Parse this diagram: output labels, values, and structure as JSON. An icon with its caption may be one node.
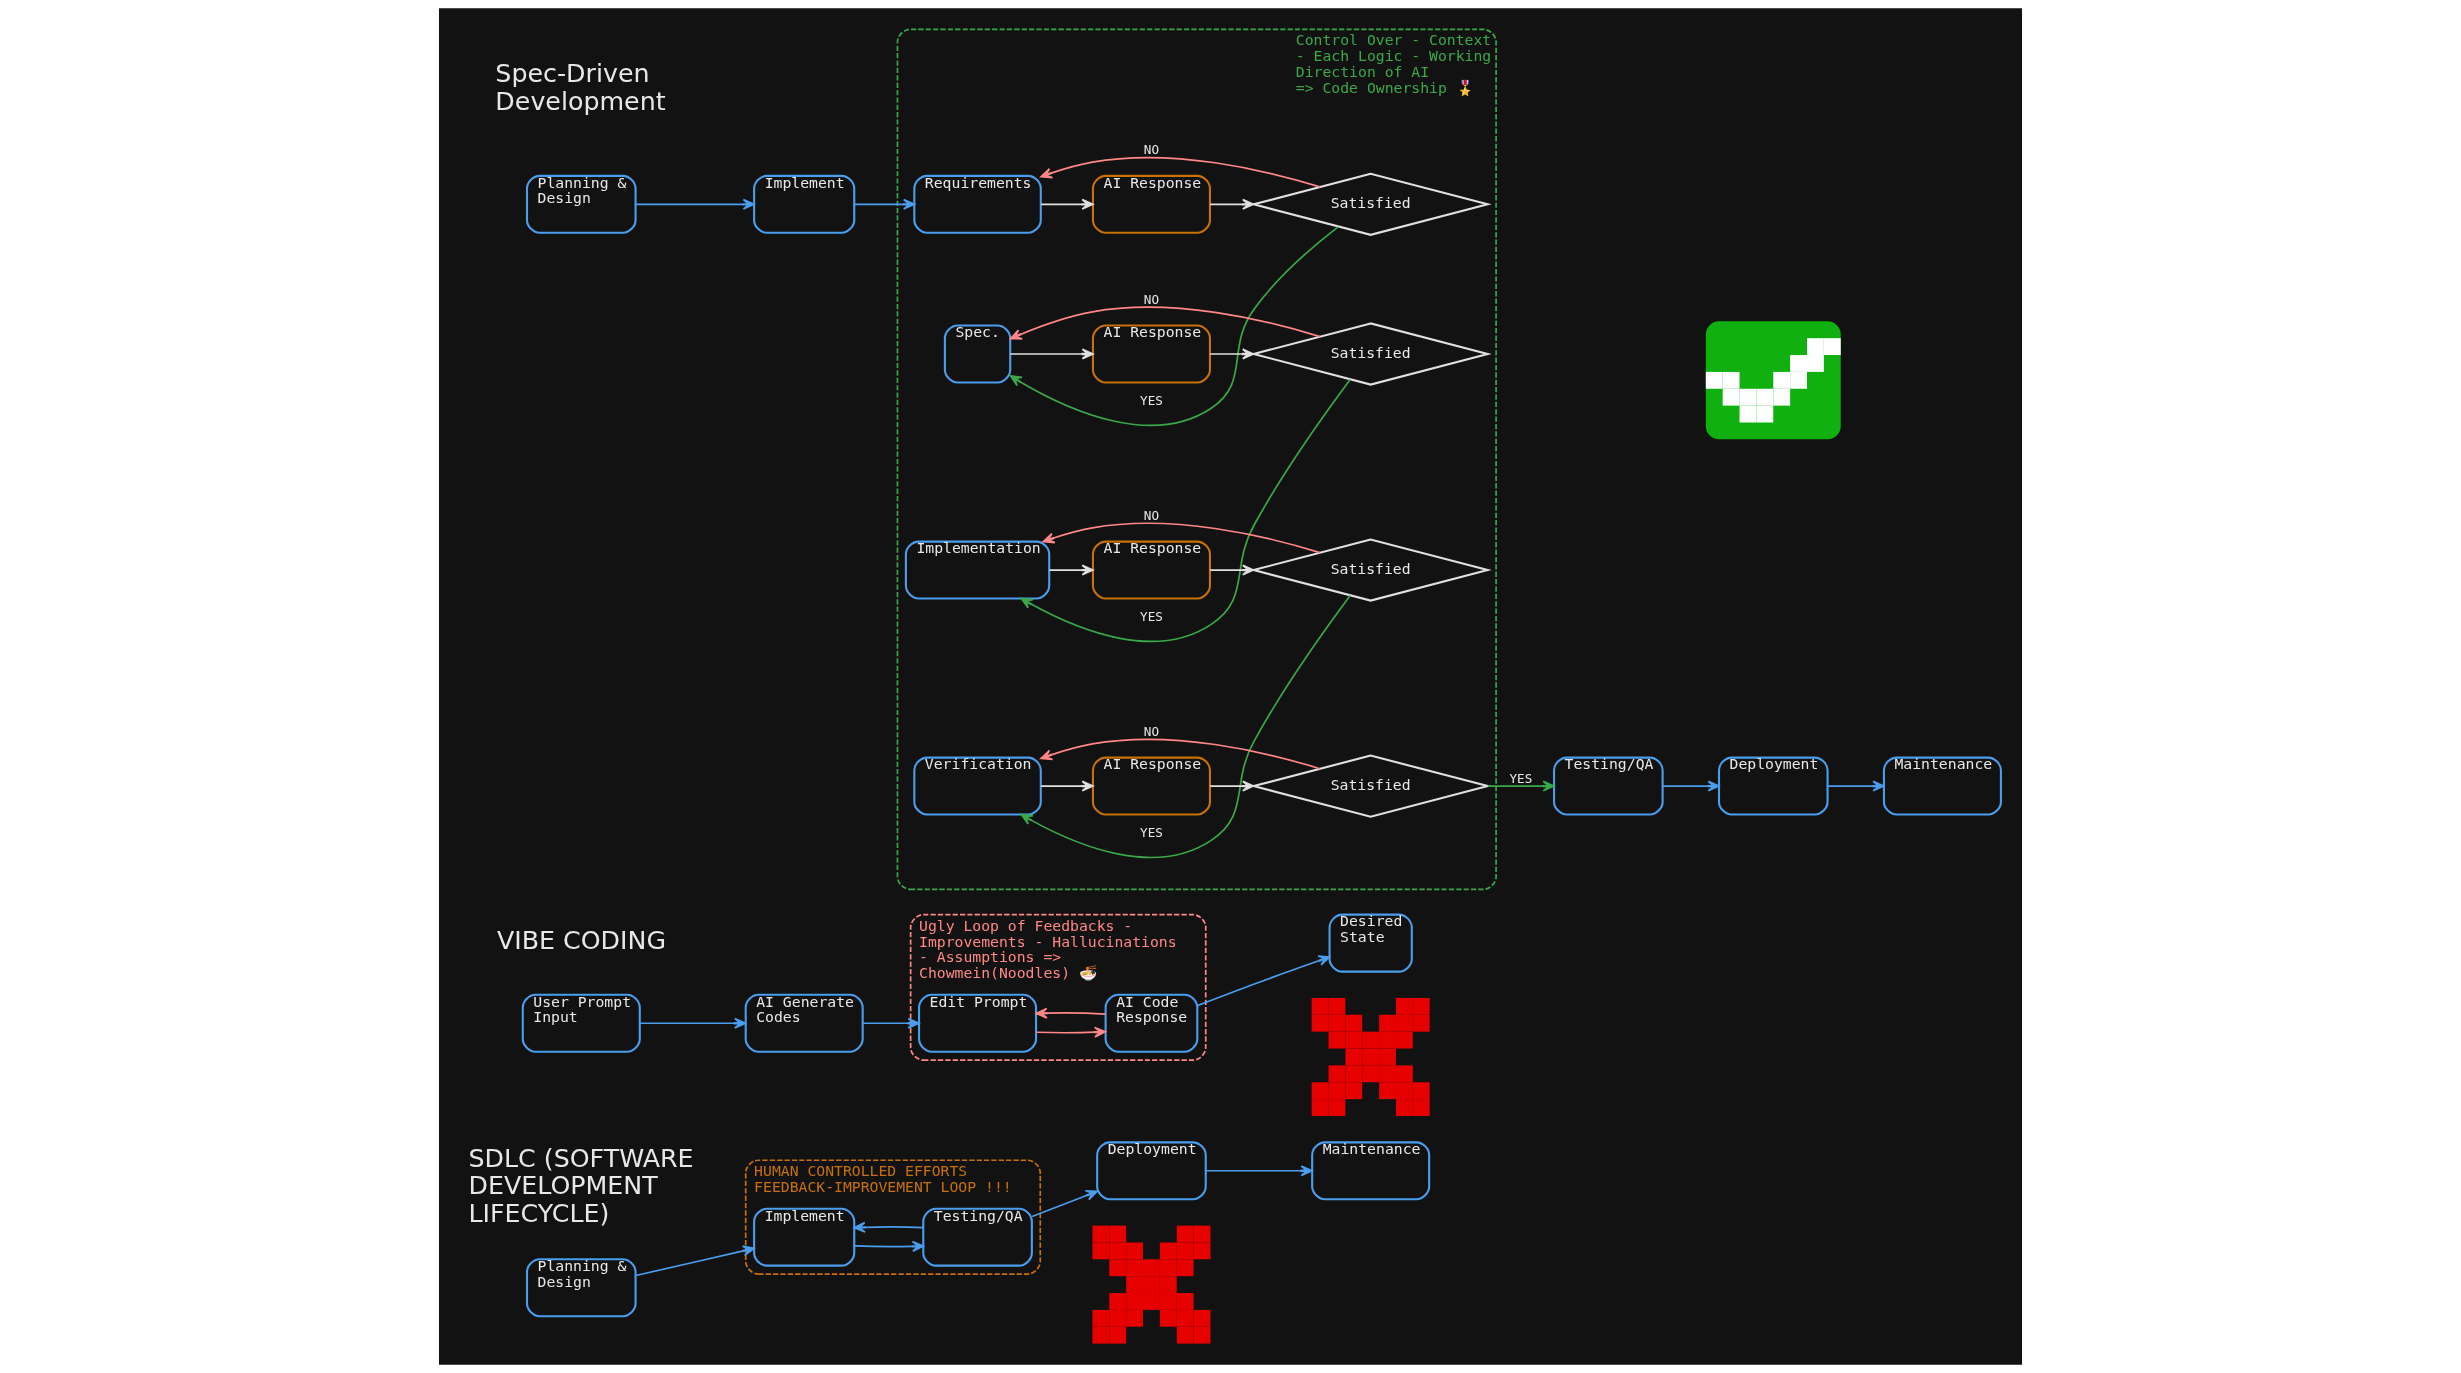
{
  "diagram": {
    "nodes": [
      {
        "text": [
          "Planning & Design"
        ]
      },
      {
        "text": [
          "Implement"
        ]
      },
      {
        "text": [
          "Control Over - Context - Each Logic - Working Direction of AI",
          "=> Code Ownership 🎖️"
        ]
      },
      {
        "text": [
          "Requirements"
        ],
        "in": 2
      },
      {
        "text": [
          "AI Response"
        ],
        "in": 2
      },
      {
        "text": [
          "Satisfied"
        ],
        "in": 2
      },
      {
        "text": [
          "Spec."
        ],
        "in": 2
      },
      {
        "text": [
          "AI Response"
        ],
        "in": 2
      },
      {
        "text": [
          "Satisfied"
        ],
        "in": 2
      },
      {
        "text": [
          "Implementation"
        ],
        "in": 2
      },
      {
        "text": [
          "AI Response"
        ],
        "in": 2
      },
      {
        "text": [
          "Satisfied"
        ],
        "in": 2
      },
      {
        "text": [
          "Verification"
        ],
        "in": 2
      },
      {
        "text": [
          "AI Response"
        ],
        "in": 2
      },
      {
        "text": [
          "Satisfied"
        ],
        "in": 2
      },
      {
        "text": [
          "Testing/QA"
        ]
      },
      {
        "text": [
          "Deployment"
        ]
      },
      {
        "text": [
          "Maintenance"
        ]
      },
      {
        "text": [],
        "shape": "picture"
      },
      {
        "text": [
          "User Prompt Input"
        ]
      },
      {
        "text": [
          "AI Generate Codes"
        ]
      },
      {
        "text": [
          "Ugly Loop of Feedbacks - Improvements - Hallucinations - Assumptions => Chowmein(Noodles) 🍜"
        ]
      },
      {
        "text": [
          "Edit Prompt"
        ],
        "in": 21
      },
      {
        "text": [
          "AI Code Response"
        ],
        "in": 21
      },
      {
        "text": [
          "Desired State"
        ]
      },
      {
        "text": [],
        "shape": "picture"
      },
      {
        "text": [
          "Planning & Design"
        ]
      },
      {
        "text": [
          "HUMAN CONTROLLED EFFORTS FEEDBACK-IMPROVEMENT LOOP !!!"
        ]
      },
      {
        "text": [
          "Implement"
        ],
        "in": 27
      },
      {
        "text": [
          "Testing/QA"
        ],
        "in": 27
      },
      {
        "text": [
          "Deployment"
        ]
      },
      {
        "text": [
          "Maintenance"
        ]
      },
      {
        "text": [],
        "shape": "picture"
      }
    ],
    "edges": [
      {
        "from": 0,
        "to": 1,
        "arrow": "to"
      },
      {
        "from": 1,
        "to": 3,
        "arrow": "to"
      },
      {
        "from": 3,
        "to": 4,
        "arrow": "to",
        "color": "#e0e0e0"
      },
      {
        "from": 4,
        "to": 5,
        "arrow": "to",
        "color": "#e0e0e0"
      },
      {
        "from": 5,
        "to": 3,
        "arrow": "to",
        "label": "NO",
        "color": "#ff8787"
      },
      {
        "from": 5,
        "to": 6,
        "arrow": "to",
        "label": "YES",
        "color": "#3aa84a"
      },
      {
        "from": 6,
        "to": 7,
        "arrow": "to",
        "color": "#e0e0e0"
      },
      {
        "from": 7,
        "to": 8,
        "arrow": "to",
        "color": "#e0e0e0"
      },
      {
        "from": 8,
        "to": 6,
        "arrow": "to",
        "label": "NO",
        "color": "#ff8787"
      },
      {
        "from": 8,
        "to": 9,
        "arrow": "to",
        "label": "YES",
        "color": "#3aa84a"
      },
      {
        "from": 9,
        "to": 10,
        "arrow": "to",
        "color": "#e0e0e0"
      },
      {
        "from": 10,
        "to": 11,
        "arrow": "to",
        "color": "#e0e0e0"
      },
      {
        "from": 11,
        "to": 9,
        "arrow": "to",
        "label": "NO",
        "color": "#ff8787"
      },
      {
        "from": 11,
        "to": 12,
        "arrow": "to",
        "label": "YES",
        "color": "#3aa84a"
      },
      {
        "from": 12,
        "to": 13,
        "arrow": "to",
        "color": "#e0e0e0"
      },
      {
        "from": 13,
        "to": 14,
        "arrow": "to",
        "color": "#e0e0e0"
      },
      {
        "from": 14,
        "to": 12,
        "arrow": "to",
        "label": "NO",
        "color": "#ff8787"
      },
      {
        "from": 14,
        "to": 15,
        "arrow": "to",
        "label": "YES",
        "color": "#3aa84a"
      },
      {
        "from": 15,
        "to": 16,
        "arrow": "to"
      },
      {
        "from": 16,
        "to": 17,
        "arrow": "to"
      },
      {
        "from": 19,
        "to": 20,
        "arrow": "to"
      },
      {
        "from": 20,
        "to": 22,
        "arrow": "to"
      },
      {
        "from": 22,
        "to": 23,
        "arrow": "to",
        "color": "#ff8787"
      },
      {
        "from": 23,
        "to": 22,
        "arrow": "to",
        "color": "#ff8787"
      },
      {
        "from": 23,
        "to": 24,
        "arrow": "to"
      },
      {
        "from": 26,
        "to": 28,
        "arrow": "to"
      },
      {
        "from": 28,
        "to": 29,
        "arrow": "to"
      },
      {
        "from": 29,
        "to": 28,
        "arrow": "to"
      },
      {
        "from": 29,
        "to": 30,
        "arrow": "to"
      },
      {
        "from": 30,
        "to": 31,
        "arrow": "to"
      }
    ],
    "labels": [
      "Spec-Driven Development",
      "VIBE CODING",
      "SDLC (SOFTWARE DEVELOPMENT LIFECYCLE)"
    ]
  }
}
